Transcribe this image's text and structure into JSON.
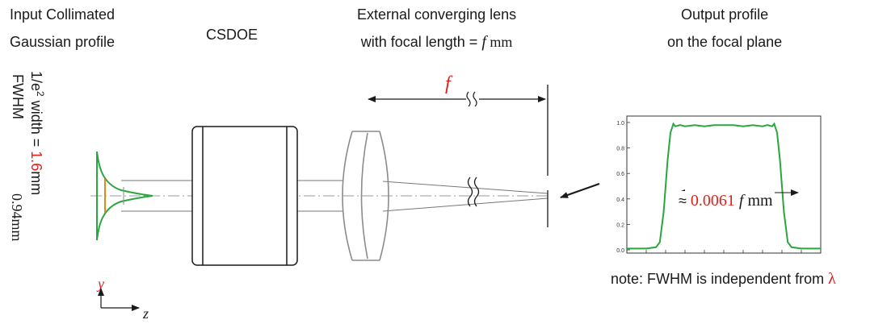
{
  "labels": {
    "input_line1": "Input Collimated",
    "input_line2": "Gaussian profile",
    "csdoe": "CSDOE",
    "lens_line1": "External converging lens",
    "lens_line2_prefix": "with focal length = ",
    "lens_line2_f": "f",
    "lens_line2_unit": " mm",
    "output_line1": "Output profile",
    "output_line2": "on the focal plane",
    "focal_symbol": "f",
    "width_prefix": "1/e",
    "width_sup": "2",
    "width_mid": " width = ",
    "width_value": "1.6",
    "width_unit": "mm",
    "fwhm_label": "FWHM",
    "fwhm_value": "0.94mm",
    "axis_y": "y",
    "axis_z": "z",
    "note_prefix": "note: FWHM is independent from ",
    "note_lambda": "λ",
    "approx_symbol": "≈ ",
    "fwhm_out_value": "0.0061",
    "fwhm_out_f": " f",
    "fwhm_out_unit": " mm"
  },
  "colors": {
    "green": "#2aa640",
    "red": "#e0201b",
    "orange": "#e08a1e",
    "grey": "#9a9a9a"
  },
  "chart_data": {
    "type": "line",
    "ylim": [
      0,
      1.0
    ],
    "y_ticks": [
      "0.0",
      "0.2",
      "0.4",
      "0.6",
      "0.8",
      "1.0"
    ],
    "series": [
      {
        "x": [
          -1.0,
          -0.8,
          -0.7,
          -0.66,
          -0.62,
          -0.58,
          -0.55,
          -0.52,
          -0.5,
          -0.45,
          -0.4,
          -0.3,
          -0.2,
          -0.1,
          0,
          0.1,
          0.2,
          0.3,
          0.4,
          0.45,
          0.5,
          0.52,
          0.55,
          0.58,
          0.62,
          0.66,
          0.7,
          0.8,
          1.0
        ],
        "y": [
          0.01,
          0.01,
          0.02,
          0.06,
          0.3,
          0.7,
          0.92,
          0.99,
          0.97,
          0.98,
          0.97,
          0.98,
          0.97,
          0.98,
          0.98,
          0.98,
          0.97,
          0.98,
          0.97,
          0.98,
          0.97,
          0.99,
          0.92,
          0.7,
          0.3,
          0.06,
          0.02,
          0.01,
          0.01
        ]
      }
    ]
  }
}
